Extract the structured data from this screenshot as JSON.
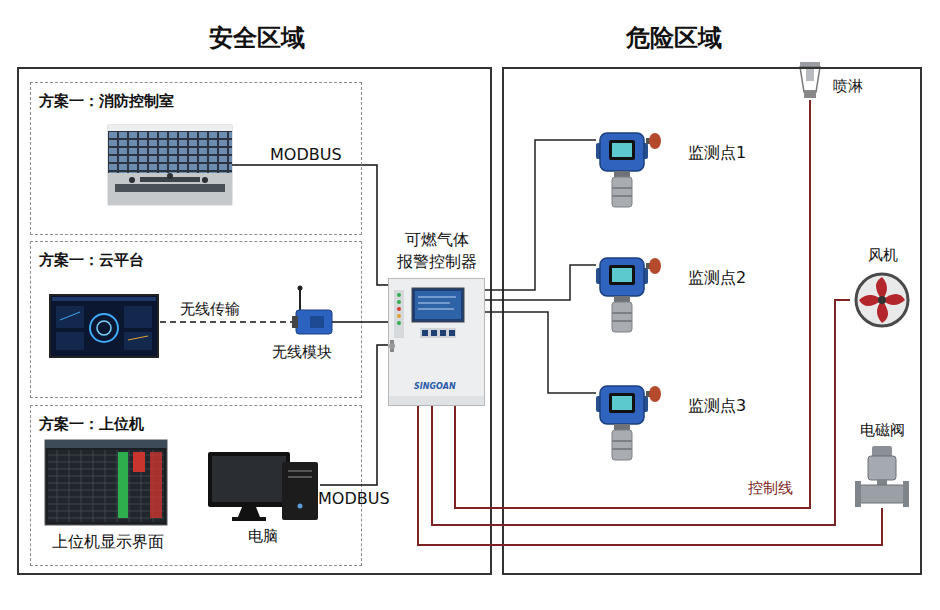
{
  "diagram": {
    "nodes": [
      {
        "text": [
          "安全区域"
        ]
      },
      {
        "text": [
          "方案一：消防控制室"
        ],
        "in": 0
      },
      {
        "text": [
          "方案一：云平台"
        ],
        "in": 0
      },
      {
        "text": [
          "无线模块"
        ],
        "in": 2
      },
      {
        "text": [
          "方案一：上位机"
        ],
        "in": 0
      },
      {
        "text": [
          "上位机显示界面"
        ],
        "in": 4
      },
      {
        "text": [
          "电脑"
        ],
        "in": 4
      },
      {
        "text": [
          "可燃气体 报警控制器"
        ],
        "in": 0
      },
      {
        "text": [
          "危险区域"
        ]
      },
      {
        "text": [
          "喷淋"
        ],
        "in": 8
      },
      {
        "text": [
          "监测点1"
        ],
        "in": 8
      },
      {
        "text": [
          "监测点2"
        ],
        "in": 8
      },
      {
        "text": [
          "监测点3"
        ],
        "in": 8
      },
      {
        "text": [
          "风机"
        ],
        "in": 8
      },
      {
        "text": [
          "电磁阀"
        ],
        "in": 8
      }
    ],
    "edges": [
      {
        "from": 1,
        "to": 7,
        "label": "MODBUS",
        "arrow": "none"
      },
      {
        "from": 3,
        "to": 7,
        "arrow": "none"
      },
      {
        "from": 6,
        "to": 7,
        "label": "MODBUS",
        "arrow": "none"
      },
      {
        "from": 7,
        "to": 10,
        "arrow": "none"
      },
      {
        "from": 7,
        "to": 11,
        "arrow": "none"
      },
      {
        "from": 7,
        "to": 12,
        "arrow": "none"
      },
      {
        "from": 7,
        "to": 9,
        "arrow": "none"
      },
      {
        "from": 7,
        "to": 13,
        "arrow": "none"
      },
      {
        "from": 7,
        "to": 14,
        "arrow": "none"
      }
    ],
    "labels": [
      "无线传输",
      "控制线",
      "SINGOAN"
    ]
  }
}
